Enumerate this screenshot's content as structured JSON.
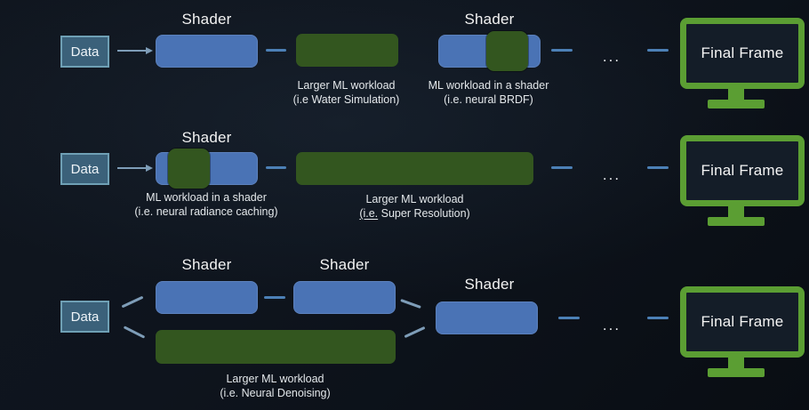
{
  "colors": {
    "shader_blue": "#4a73b5",
    "ml_green": "#33561f",
    "data_fill": "#3b617a",
    "data_border": "#6fa0b5",
    "connector": "#4c80b6",
    "diag_connector": "#7e9db8",
    "monitor_green": "#5b9e33",
    "screen_dark": "#141d28",
    "text_light": "#f2f2f2"
  },
  "rows": [
    {
      "data_label": "Data",
      "shader_title_1": "Shader",
      "shader_title_2": "Shader",
      "green_caption_line1": "Larger ML workload",
      "green_caption_line2": "(i.e Water Simulation)",
      "mixed_caption_line1": "ML workload in a shader",
      "mixed_caption_line2": "(i.e. neural BRDF)",
      "ellipsis": "...",
      "final_frame_label": "Final Frame"
    },
    {
      "data_label": "Data",
      "shader_title_1": "Shader",
      "mixed_caption_line1": "ML workload in a shader",
      "mixed_caption_line2": "(i.e. neural radiance caching)",
      "green_caption_line1": "Larger ML workload",
      "green_caption_underlined": "(i.e.",
      "green_caption_rest": " Super Resolution)",
      "ellipsis": "...",
      "final_frame_label": "Final Frame"
    },
    {
      "data_label": "Data",
      "shader_title_1": "Shader",
      "shader_title_2": "Shader",
      "shader_title_3": "Shader",
      "green_caption_line1": "Larger ML workload",
      "green_caption_line2": "(i.e. Neural Denoising)",
      "ellipsis": "...",
      "final_frame_label": "Final Frame"
    }
  ]
}
